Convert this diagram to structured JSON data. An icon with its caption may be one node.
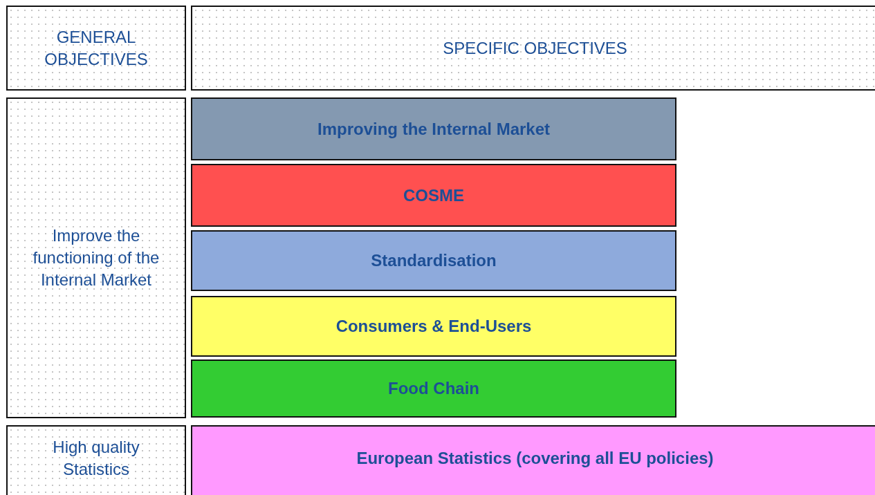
{
  "diagram": {
    "nodes": [
      {
        "text": [
          "GENERAL OBJECTIVES"
        ]
      },
      {
        "text": [
          "SPECIFIC OBJECTIVES"
        ]
      },
      {
        "text": [
          "Improve the functioning of the Internal Market"
        ]
      },
      {
        "text": [
          "Improving the Internal Market"
        ]
      },
      {
        "text": [
          "COSME"
        ]
      },
      {
        "text": [
          "Standardisation"
        ]
      },
      {
        "text": [
          "Consumers & End-Users"
        ]
      },
      {
        "text": [
          "Food Chain"
        ]
      },
      {
        "text": [
          "High quality Statistics"
        ]
      },
      {
        "text": [
          "European Statistics (covering all EU policies)"
        ]
      }
    ]
  }
}
